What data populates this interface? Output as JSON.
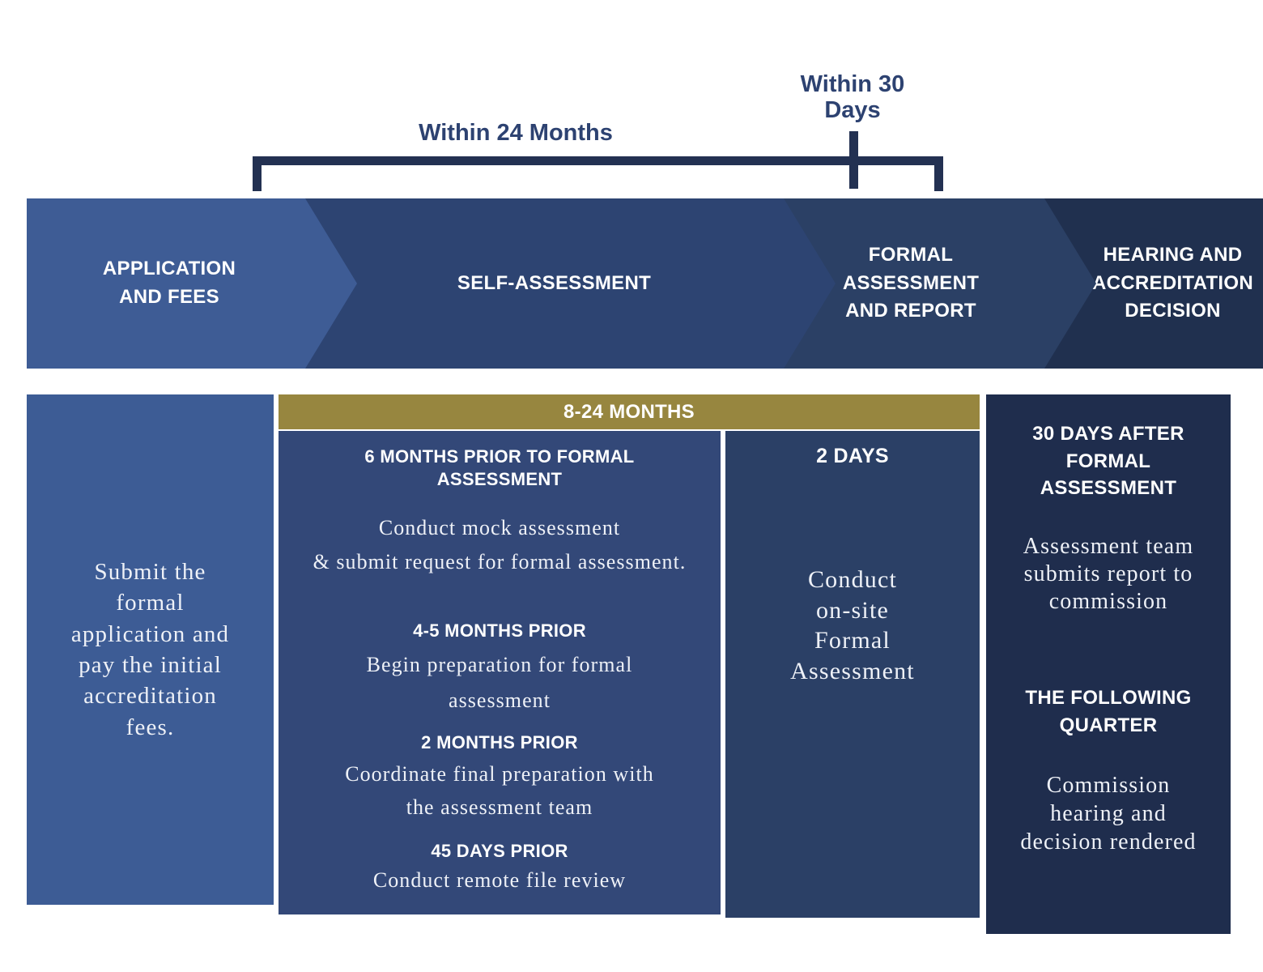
{
  "colors": {
    "stage_application": "#3e5c95",
    "stage_self_assessment": "#2d4472",
    "stage_formal_assessment": "#2b4065",
    "stage_hearing": "#20304f",
    "detail_application_bg": "#3d5c95",
    "detail_step_bg": "#334878",
    "detail_formal_bg": "#2b4066",
    "detail_hearing_bg": "#1f2d4d",
    "duration_banner_bg": "#97863f",
    "bracket_line": "#233152",
    "bracket_text": "#2d4271",
    "heading_text": "#ffffff",
    "serif_text": "#eef1f7"
  },
  "timeline": {
    "within_24_label": "Within 24 Months",
    "within_30_label": "Within 30\nDays"
  },
  "stages": {
    "application": "APPLICATION\nAND FEES",
    "self_assessment": "SELF-ASSESSMENT",
    "formal_assessment": "FORMAL\nASSESSMENT\nAND REPORT",
    "hearing": "HEARING AND\nACCREDITATION\nDECISION"
  },
  "application_detail": {
    "body": "Submit the\nformal\napplication and\npay the initial\naccreditation\nfees."
  },
  "self_assessment_detail": {
    "duration_banner": "8-24 MONTHS",
    "steps": [
      {
        "heading": "6 MONTHS PRIOR TO FORMAL\nASSESSMENT",
        "body": "Conduct mock assessment\n& submit request for formal assessment."
      },
      {
        "heading": "4-5 MONTHS PRIOR",
        "body": "Begin preparation for formal\nassessment"
      },
      {
        "heading": "2 MONTHS PRIOR",
        "body": "Coordinate final preparation with\nthe assessment team"
      },
      {
        "heading": "45 DAYS PRIOR",
        "body": "Conduct remote file review"
      }
    ]
  },
  "formal_assessment_detail": {
    "heading": "2 DAYS",
    "body": "Conduct\non-site\nFormal\nAssessment"
  },
  "hearing_detail": {
    "report": {
      "heading": "30 DAYS AFTER\nFORMAL\nASSESSMENT",
      "body": "Assessment team\nsubmits report to\ncommission"
    },
    "quarter": {
      "heading": "THE FOLLOWING\nQUARTER",
      "body": "Commission\nhearing and\ndecision rendered"
    }
  }
}
